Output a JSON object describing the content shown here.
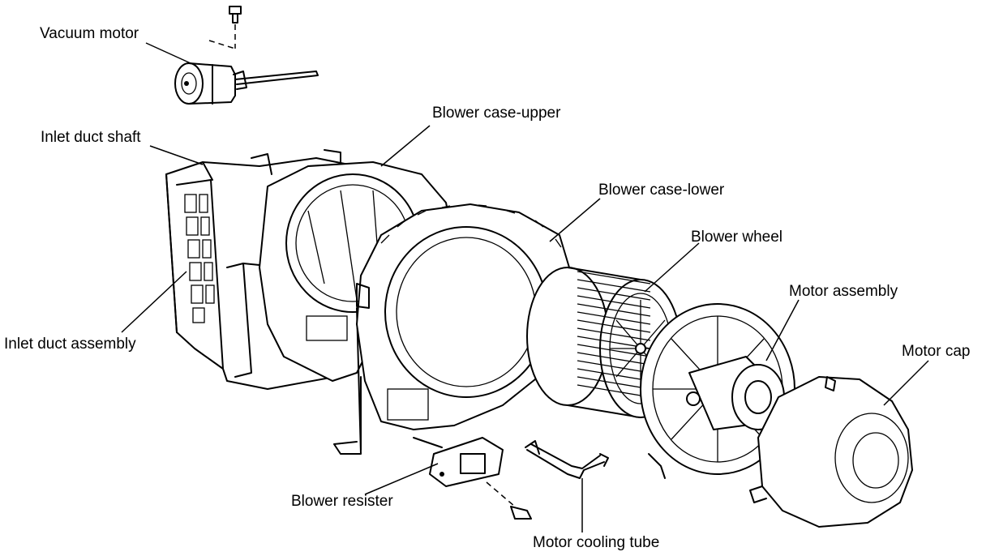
{
  "diagram": {
    "labels": {
      "vacuum_motor": "Vacuum motor",
      "inlet_duct_shaft": "Inlet duct shaft",
      "blower_case_upper": "Blower case-upper",
      "blower_case_lower": "Blower case-lower",
      "blower_wheel": "Blower wheel",
      "motor_assembly": "Motor assembly",
      "motor_cap": "Motor cap",
      "inlet_duct_assembly": "Inlet duct assembly",
      "blower_resister": "Blower resister",
      "motor_cooling_tube": "Motor cooling tube"
    },
    "line_color": "#000000",
    "background": "#ffffff"
  }
}
